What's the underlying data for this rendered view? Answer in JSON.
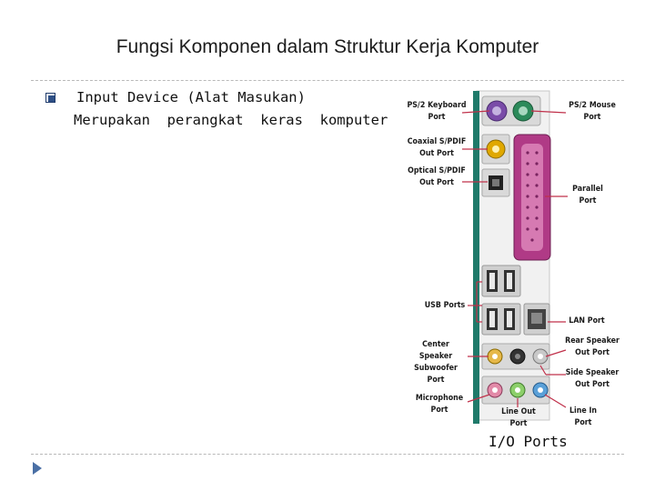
{
  "slide": {
    "title": "Fungsi Komponen dalam Struktur Kerja Komputer",
    "bullet_heading": "Input Device (Alat Masukan)",
    "bullet_text": "Merupakan  perangkat  keras  komputer"
  },
  "figure": {
    "caption": "I/O Ports",
    "labels": {
      "ps2_keyboard": "PS/2 Keyboard\nPort",
      "ps2_mouse": "PS/2 Mouse\nPort",
      "coaxial_spdif": "Coaxial S/PDIF\nOut Port",
      "optical_spdif": "Optical S/PDIF\nOut Port",
      "parallel": "Parallel\nPort",
      "usb": "USB Ports",
      "lan": "LAN Port",
      "center_speaker": "Center Speaker\nSubwoofer\nPort",
      "rear_speaker": "Rear Speaker\nOut Port",
      "side_speaker": "Side Speaker\nOut Port",
      "microphone": "Microphone\nPort",
      "line_out": "Line Out\nPort",
      "line_in": "Line In\nPort"
    }
  },
  "colors": {
    "panel_stripe": "#1f7a6a",
    "leader_line": "#c0304a",
    "parallel_port": "#b03a86",
    "mouse_port": "#2c8a5a",
    "keyboard_port": "#7a4ca8",
    "coaxial_port": "#e0a800"
  }
}
